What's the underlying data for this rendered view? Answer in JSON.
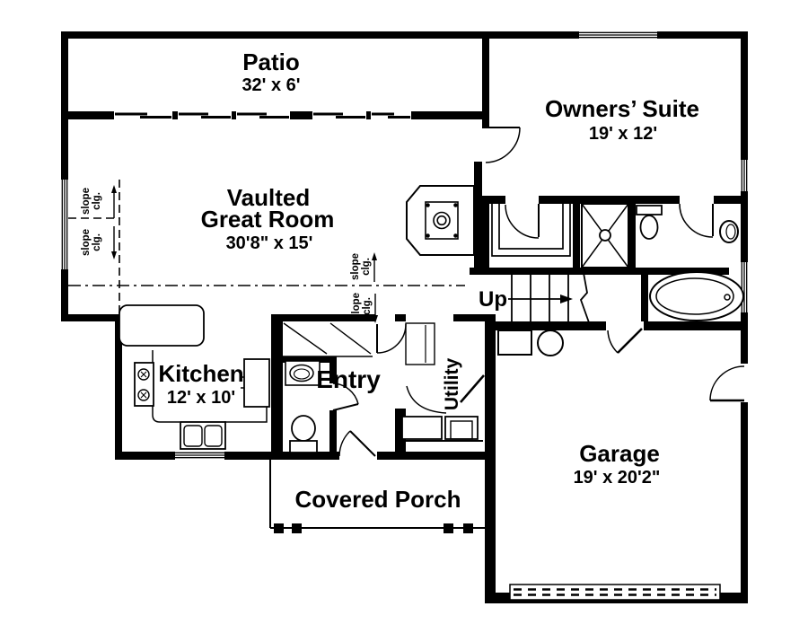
{
  "rooms": {
    "patio": {
      "name": "Patio",
      "dims": "32' x 6'"
    },
    "owners_suite": {
      "name": "Owners’ Suite",
      "dims": "19' x 12'"
    },
    "great_room": {
      "prefix": "Vaulted",
      "name": "Great Room",
      "dims": "30'8\" x 15'"
    },
    "kitchen": {
      "name": "Kitchen",
      "dims": "12' x 10'"
    },
    "entry": {
      "name": "Entry"
    },
    "utility": {
      "name": "Utility"
    },
    "garage": {
      "name": "Garage",
      "dims": "19' x 20'2\""
    },
    "covered_porch": {
      "name": "Covered Porch"
    }
  },
  "annotations": {
    "up": "Up",
    "slope_line1": "slope",
    "slope_line2": "clg."
  },
  "fixtures": [
    "fireplace",
    "shower",
    "toilet",
    "bathtub",
    "pedestal-sink",
    "vanity-sink",
    "walk-in-closet",
    "stairs",
    "stove",
    "refrigerator",
    "kitchen-sink",
    "washer",
    "dryer",
    "water-heater",
    "furnace",
    "garage-door",
    "porch-posts"
  ],
  "colors": {
    "ink": "#000000",
    "paper": "#ffffff"
  }
}
